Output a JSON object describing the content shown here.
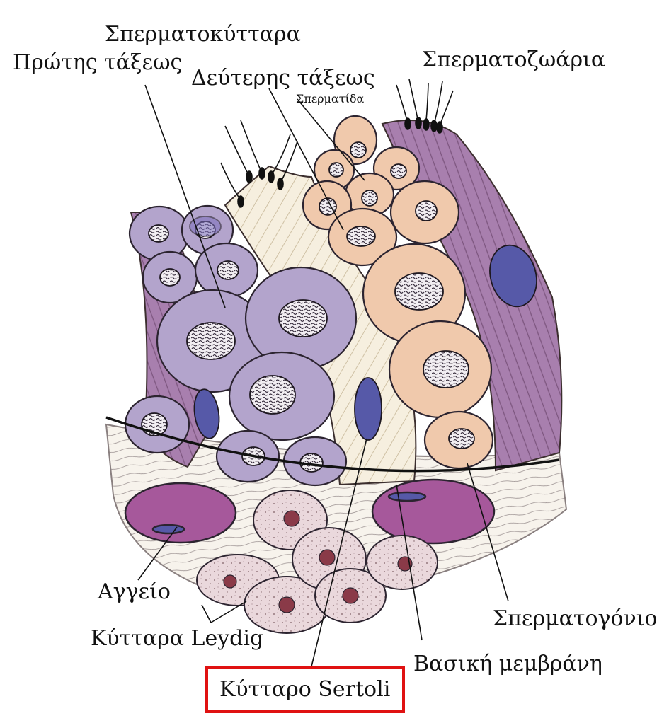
{
  "labels": {
    "spermatocytes": "Σπερματοκύτταρα",
    "primary": "Πρώτης τάξεως",
    "secondary": "Δεύτερης τάξεως",
    "spermatid": "Σπερματίδα",
    "spermatozoa": "Σπερματοζωάρια",
    "vessel": "Αγγείο",
    "leydig": "Κύτταρα Leydig",
    "sertoli": "Κύτταρο Sertoli",
    "basement_membrane": "Βασική μεμβράνη",
    "spermatogonium": "Σπερματογόνιο"
  },
  "highlight": {
    "target": "sertoli",
    "color": "#e01212"
  },
  "colors": {
    "lavender_cells": "#b3a4cc",
    "peach_cells": "#f0c9ac",
    "purple_stroma": "#a87fae",
    "cream_cytoplasm": "#f6efdf",
    "leydig_cells": "#ead8dc",
    "vessel": "#a6589b",
    "nucleus_blue": "#5659a8"
  }
}
